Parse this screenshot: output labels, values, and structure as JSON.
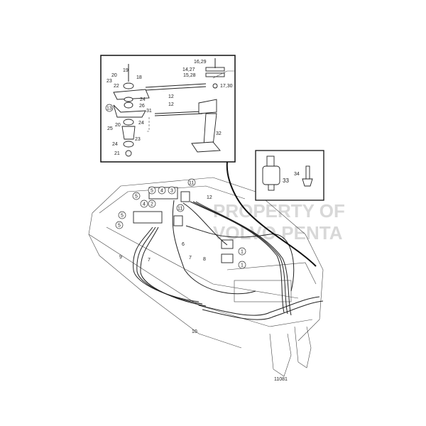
{
  "watermark": {
    "line1": "PROPERTY OF",
    "line2": "VOLVO PENTA"
  },
  "drawing_number": "11081",
  "inset_steering": {
    "labels": [
      "19",
      "20",
      "23",
      "22",
      "18",
      "24",
      "26",
      "31",
      "13",
      "24",
      "25",
      "20",
      "23",
      "24",
      "21",
      "12",
      "12",
      "16,29",
      "14,27",
      "15,28",
      "17,30",
      "32"
    ]
  },
  "inset_sensor": {
    "labels": [
      "33",
      "34"
    ]
  },
  "main": {
    "labels": [
      "5",
      "4",
      "3",
      "5",
      "4",
      "2",
      "5",
      "5",
      "11",
      "12",
      "11",
      "6",
      "9",
      "7",
      "7",
      "8",
      "1",
      "1",
      "10"
    ]
  }
}
